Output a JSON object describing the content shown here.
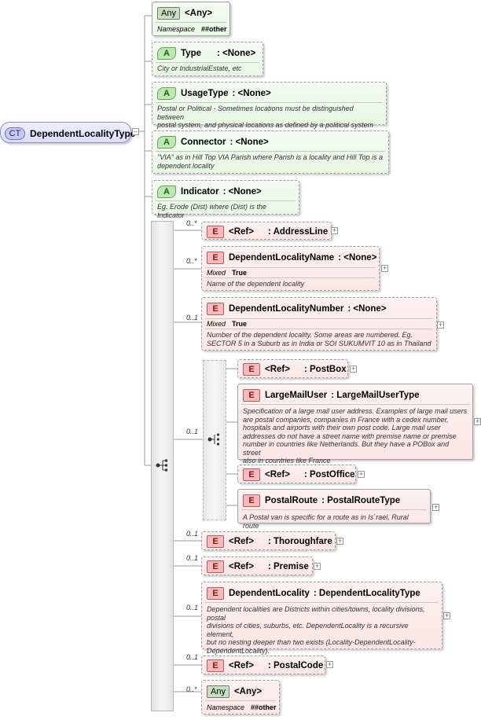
{
  "root": {
    "badge": "CT",
    "name": "DependentLocalityType"
  },
  "attributes": [
    {
      "badge": "Any",
      "title": "<Any>",
      "prop_key": "Namespace",
      "prop_val": "##other"
    },
    {
      "badge": "A",
      "title": "Type",
      "type": ": <None>",
      "doc": "City or IndustrialEstate, etc"
    },
    {
      "badge": "A",
      "title": "UsageType",
      "type": ": <None>",
      "doc1": "Postal or Political - Sometimes locations must be distinguished between",
      "doc2": "postal system, and physical locations as defined by a political system"
    },
    {
      "badge": "A",
      "title": "Connector",
      "type": ": <None>",
      "doc1": "\"VIA\" as in Hill Top VIA Parish where Parish is a locality and Hill Top is a",
      "doc2": "dependent locality"
    },
    {
      "badge": "A",
      "title": "Indicator",
      "type": ": <None>",
      "doc": "Eg. Erode (Dist) where (Dist) is the Indicator"
    }
  ],
  "elements": {
    "address_line": {
      "card": "0..*",
      "badge": "E",
      "ref": "<Ref>",
      "name": ": AddressLine"
    },
    "dep_name": {
      "card": "0..*",
      "badge": "E",
      "name": "DependentLocalityName",
      "type": ": <None>",
      "prop_key": "Mixed",
      "prop_val": "True",
      "doc": "Name of the dependent locality"
    },
    "dep_number": {
      "card": "0..1",
      "badge": "E",
      "name": "DependentLocalityNumber",
      "type": ": <None>",
      "prop_key": "Mixed",
      "prop_val": "True",
      "doc1": "Number of the dependent locality. Some areas are numbered. Eg.",
      "doc2": "SECTOR 5 in a Suburb as in India or SOI SUKUMVIT 10 as in Thailand"
    },
    "choice_card": "0..1",
    "postbox": {
      "badge": "E",
      "ref": "<Ref>",
      "name": ": PostBox"
    },
    "large_mail_user": {
      "badge": "E",
      "name": "LargeMailUser",
      "type": ": LargeMailUserType",
      "doc": [
        "Specification of a large mail user address. Examples of large mail users",
        "are postal companies, companies in France with a cedex number,",
        "hospitals and airports with their own post code. Large mail user",
        "addresses do not have a street name with premise name or premise",
        "number in countries like Netherlands. But they have a POBox and street",
        "also in countries like France"
      ]
    },
    "post_office": {
      "badge": "E",
      "ref": "<Ref>",
      "name": ": PostOffice"
    },
    "postal_route": {
      "badge": "E",
      "name": "PostalRoute",
      "type": ": PostalRouteType",
      "doc": "A Postal van is specific for a route as in Is`rael, Rural route"
    },
    "thoroughfare": {
      "card": "0..1",
      "badge": "E",
      "ref": "<Ref>",
      "name": ": Thoroughfare"
    },
    "premise": {
      "card": "0..1",
      "badge": "E",
      "ref": "<Ref>",
      "name": ": Premise"
    },
    "dep_locality": {
      "card": "0..1",
      "badge": "E",
      "name": "DependentLocality",
      "type": ": DependentLocalityType",
      "doc": [
        "Dependent localities are Districts within cities/towns, locality divisions,",
        "postal",
        "divisions of cities, suburbs, etc. DependentLocality is a recursive element,",
        "but no nesting deeper than two exists (Locality-DependentLocality-",
        "DependentLocality)."
      ]
    },
    "postal_code": {
      "card": "0..1",
      "badge": "E",
      "ref": "<Ref>",
      "name": ": PostalCode"
    },
    "any_el": {
      "card": "0..*",
      "badge": "Any",
      "title": "<Any>",
      "prop_key": "Namespace",
      "prop_val": "##other"
    }
  },
  "colors": {
    "attribute_bg": "#e8f7e4",
    "element_bg": "#fbe6e6",
    "complex_type_bg": "#dcdcf7"
  }
}
